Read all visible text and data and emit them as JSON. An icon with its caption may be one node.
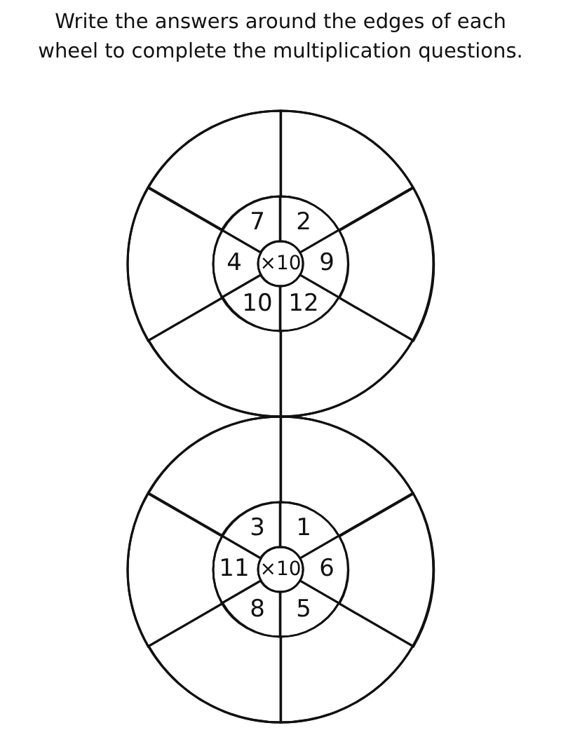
{
  "diagram": {
    "title": "Write the answers around the edges of each wheel to complete the multiplication questions.",
    "nodes": [
      {
        "text": [],
        "shape": "circle"
      },
      {
        "text": [
          "×10"
        ],
        "in": 0
      },
      {
        "text": [
          "7"
        ],
        "in": 0
      },
      {
        "text": [
          "2"
        ],
        "in": 0
      },
      {
        "text": [
          "9"
        ],
        "in": 0
      },
      {
        "text": [
          "12"
        ],
        "in": 0
      },
      {
        "text": [
          "10"
        ],
        "in": 0
      },
      {
        "text": [
          "4"
        ],
        "in": 0
      },
      {
        "text": [],
        "shape": "segment",
        "in": 0
      },
      {
        "text": [],
        "shape": "segment",
        "in": 0
      },
      {
        "text": [],
        "shape": "segment",
        "in": 0
      },
      {
        "text": [],
        "shape": "segment",
        "in": 0
      },
      {
        "text": [],
        "shape": "segment",
        "in": 0
      },
      {
        "text": [],
        "shape": "segment",
        "in": 0
      },
      {
        "text": [],
        "shape": "circle"
      },
      {
        "text": [
          "×10"
        ],
        "in": 14
      },
      {
        "text": [
          "3"
        ],
        "in": 14
      },
      {
        "text": [
          "1"
        ],
        "in": 14
      },
      {
        "text": [
          "6"
        ],
        "in": 14
      },
      {
        "text": [
          "5"
        ],
        "in": 14
      },
      {
        "text": [
          "8"
        ],
        "in": 14
      },
      {
        "text": [
          "11"
        ],
        "in": 14
      },
      {
        "text": [],
        "shape": "segment",
        "in": 14
      },
      {
        "text": [],
        "shape": "segment",
        "in": 14
      },
      {
        "text": [],
        "shape": "segment",
        "in": 14
      },
      {
        "text": [],
        "shape": "segment",
        "in": 14
      },
      {
        "text": [],
        "shape": "segment",
        "in": 14
      },
      {
        "text": [],
        "shape": "segment",
        "in": 14
      }
    ]
  }
}
